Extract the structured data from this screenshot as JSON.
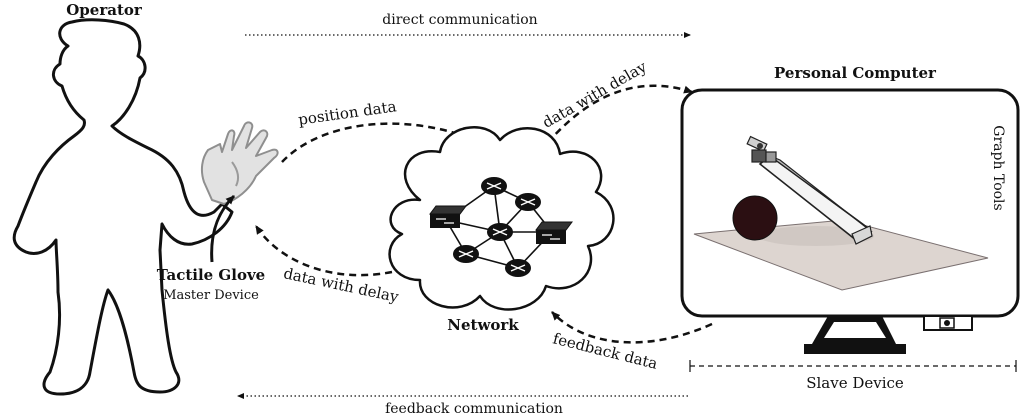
{
  "labels": {
    "operator": "Operator",
    "direct_communication": "direct communication",
    "feedback_communication": "feedback communication",
    "position_data": "position data",
    "data_with_delay_top": "data with delay",
    "data_with_delay_bottom": "data with delay",
    "feedback_data": "feedback data",
    "tactile_glove": "Tactile Glove",
    "master_device": "Master Device",
    "network": "Network",
    "personal_computer": "Personal Computer",
    "graph_tools": "Graph Tools",
    "slave_device": "Slave Device"
  }
}
